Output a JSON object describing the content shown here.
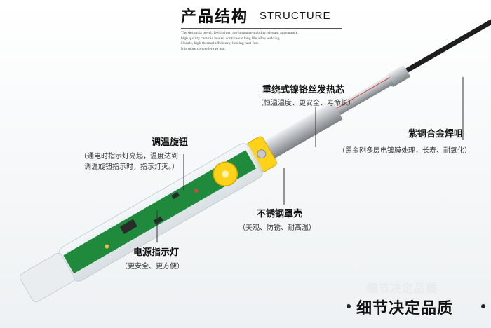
{
  "header": {
    "title_cn": "产品结构",
    "title_en": "STRUCTURE",
    "description": [
      "The design is novel, feel lighter, performance stability, elegant appearance,",
      "high quality ceramic heater, continuous long life alloy welding",
      "Nozzle, high thermal efficiency, heating heat fast.",
      "It is more convenient to use."
    ]
  },
  "callouts": {
    "heater_core": {
      "label": "重绕式镍铬丝发热芯",
      "sub": "（恒温温度、更安全、寿命长）"
    },
    "copper_tip": {
      "label": "紫铜合金焊咀",
      "sub": "（黑金刚多层电镀膜处理，长寿、耐氧化）"
    },
    "knob": {
      "label": "调温旋钮",
      "sub_line1": "（通电时指示灯亮起，温度达到",
      "sub_line2": "调温旋钮指示时，指示灯灭。）"
    },
    "steel_cover": {
      "label": "不锈钢罩壳",
      "sub": "（美观、防锈、耐高温）"
    },
    "power_led": {
      "label": "电源指示灯",
      "sub": "（更安全、更方便）"
    }
  },
  "footer": {
    "title": "细节决定品质",
    "watermark": "细节决定品质"
  },
  "colors": {
    "pcb": "#1f8a3c",
    "yellow": "#ffd21a",
    "steel": "#b8bcc0",
    "tip": "#1e1e1e",
    "text": "#111111"
  }
}
